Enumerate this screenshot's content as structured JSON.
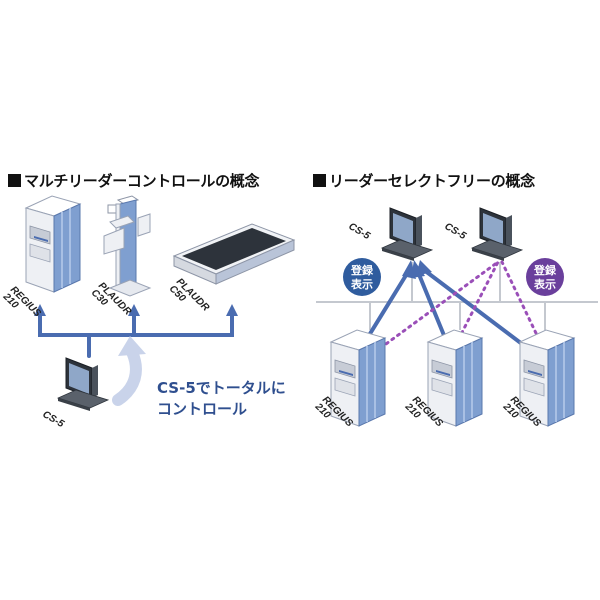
{
  "left": {
    "title": "マルチリーダーコントロールの概念",
    "devices": [
      {
        "line1": "REGIUS",
        "line2": "210"
      },
      {
        "line1": "PLAUDR",
        "line2": "C30"
      },
      {
        "line1": "PLAUDR",
        "line2": "C50"
      }
    ],
    "console": "CS-5",
    "caption_line1": "CS-5でトータルに",
    "caption_line2": "コントロール"
  },
  "right": {
    "title": "リーダーセレクトフリーの概念",
    "consoles": [
      "CS-5",
      "CS-5"
    ],
    "badges": [
      {
        "line1": "登録",
        "line2": "表示",
        "color": "#2f5c9e"
      },
      {
        "line1": "登録",
        "line2": "表示",
        "color": "#6a3f9c"
      }
    ],
    "readers": [
      {
        "line1": "REGIUS",
        "line2": "210"
      },
      {
        "line1": "REGIUS",
        "line2": "210"
      },
      {
        "line1": "REGIUS",
        "line2": "210"
      }
    ]
  },
  "colors": {
    "line_blue": "#4a6cb0",
    "arrow_light": "#c9d3ea",
    "dotted_purple": "#9a4fb8",
    "machine_blue": "#7f9fd0",
    "machine_white": "#eef0f4"
  }
}
